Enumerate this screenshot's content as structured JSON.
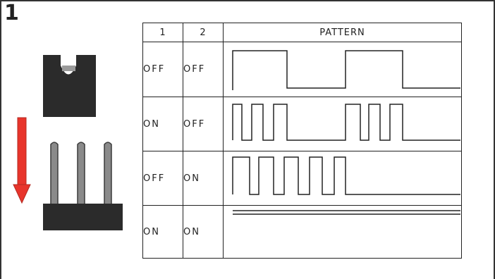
{
  "step_number": "1",
  "table": {
    "headers": [
      "1",
      "2",
      "PATTERN"
    ],
    "rows": [
      {
        "switch1": "OFF",
        "switch2": "OFF",
        "pattern": "slow-square-wave"
      },
      {
        "switch1": "ON",
        "switch2": "OFF",
        "pattern": "fast-pulse-bursts"
      },
      {
        "switch1": "OFF",
        "switch2": "ON",
        "pattern": "pulse-train-then-low"
      },
      {
        "switch1": "ON",
        "switch2": "ON",
        "pattern": "constant-on"
      }
    ]
  },
  "colors": {
    "arrow": "#e8342b",
    "jumper": "#2b2b2b",
    "pins": "#8a8a8a",
    "lines": "#222222"
  },
  "icons": [
    "jumper-cap-icon",
    "down-arrow-icon",
    "pin-header-icon"
  ]
}
